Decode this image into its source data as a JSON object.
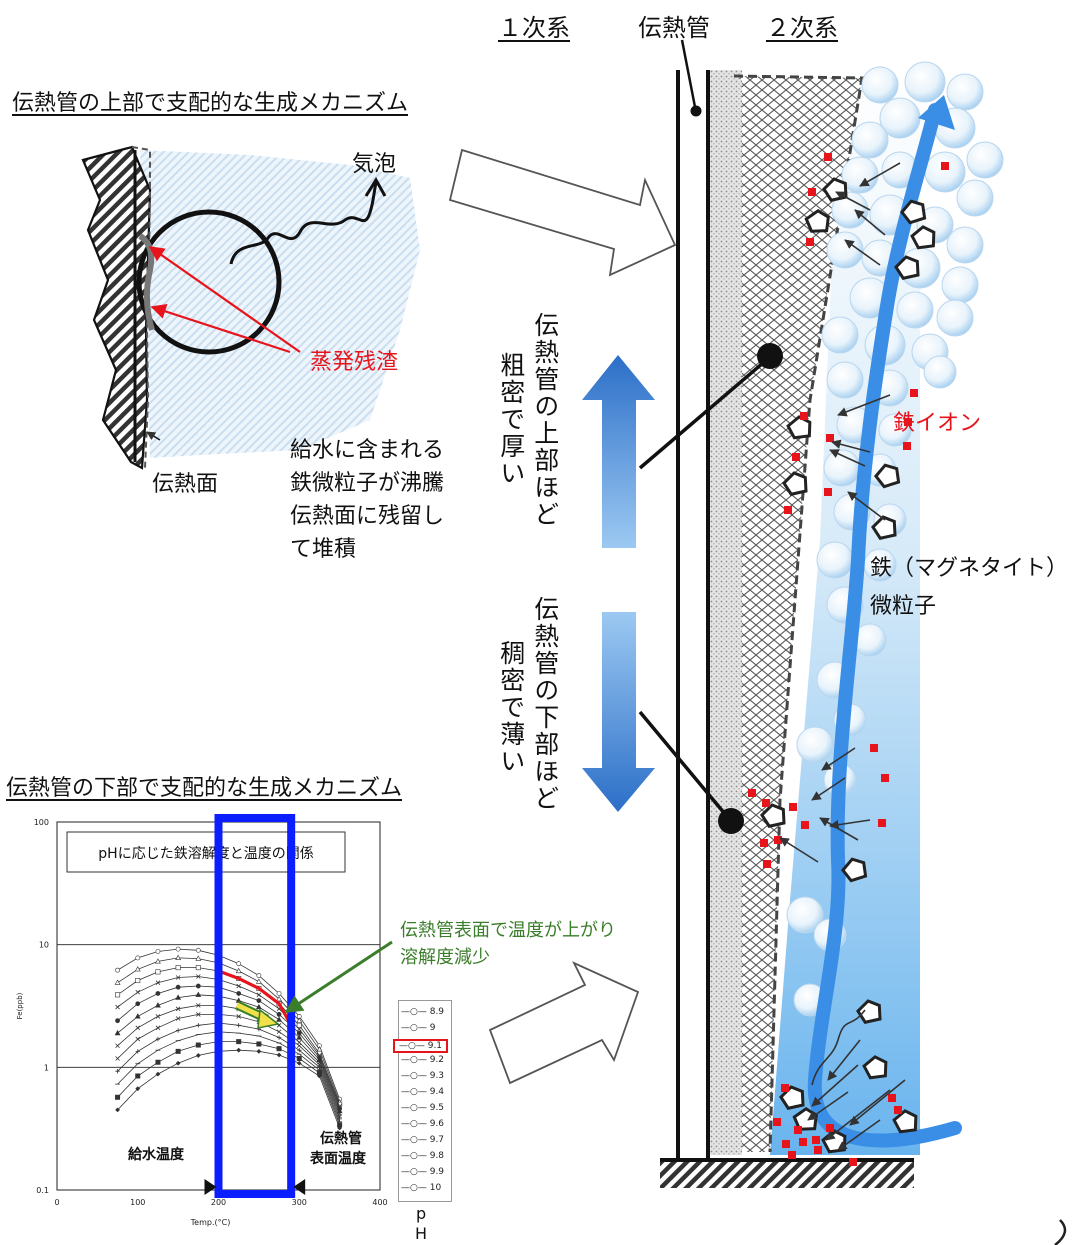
{
  "header": {
    "primary_label": "１次系",
    "tube_label": "伝熱管",
    "secondary_label": "２次系"
  },
  "upper_mechanism": {
    "title": "伝熱管の上部で支配的な生成メカニズム",
    "bubble_label": "気泡",
    "residue_label": "蒸発残渣",
    "surface_label": "伝熱面",
    "description_lines": [
      "給水に含まれる",
      "鉄微粒子が沸騰",
      "伝熱面に残留し",
      "て堆積"
    ]
  },
  "upper_arrow_text": {
    "col1": "伝熱管の上部ほど",
    "col2": "粗密で厚い"
  },
  "lower_arrow_text": {
    "col1": "伝熱管の下部ほど",
    "col2": "稠密で薄い"
  },
  "right_labels": {
    "iron_ion": "鉄イオン",
    "magnetite_line1": "鉄（マグネタイト）",
    "magnetite_line2": "微粒子"
  },
  "lower_mechanism": {
    "title": "伝熱管の下部で支配的な生成メカニズム",
    "annotation_line1": "伝熱管表面で温度が上がり",
    "annotation_line2": "溶解度減少",
    "feedwater_label": "給水温度",
    "surface_temp_line1": "伝熱管",
    "surface_temp_line2": "表面温度",
    "ph_label_p": "p",
    "ph_label_h": "H"
  },
  "colors": {
    "red_accent": "#e8141c",
    "green_annotation": "#3a7d2a",
    "blue_frame": "#0a1eff",
    "arrow_blue": "#3a8ee6"
  },
  "chart_data": {
    "type": "line",
    "title": "pHに応じた鉄溶解度と温度の関係",
    "xlabel": "Temp.(°C)",
    "ylabel": "Fe(ppb)",
    "xlim": [
      0,
      400
    ],
    "ylim": [
      0.1,
      100
    ],
    "yscale": "log",
    "x_ticks": [
      "0",
      "100",
      "200",
      "300",
      "400"
    ],
    "y_ticks": [
      "0.1",
      "1",
      "10",
      "100"
    ],
    "x": [
      75,
      100,
      125,
      150,
      175,
      200,
      225,
      250,
      275,
      300,
      325,
      350
    ],
    "series": [
      {
        "name": "8.9",
        "values": [
          6.2,
          7.8,
          8.8,
          9.2,
          9.0,
          8.2,
          7.0,
          5.6,
          4.0,
          2.6,
          1.5,
          0.55
        ]
      },
      {
        "name": "9",
        "values": [
          4.9,
          6.3,
          7.3,
          7.8,
          7.7,
          7.1,
          6.1,
          5.0,
          3.6,
          2.4,
          1.4,
          0.52
        ]
      },
      {
        "name": "9.1",
        "values": [
          3.9,
          5.1,
          6.0,
          6.5,
          6.5,
          6.1,
          5.3,
          4.4,
          3.3,
          2.2,
          1.3,
          0.5
        ]
      },
      {
        "name": "9.2",
        "values": [
          3.1,
          4.1,
          4.9,
          5.4,
          5.5,
          5.2,
          4.6,
          3.9,
          3.0,
          2.05,
          1.25,
          0.48
        ]
      },
      {
        "name": "9.3",
        "values": [
          2.4,
          3.3,
          4.0,
          4.5,
          4.6,
          4.5,
          4.0,
          3.5,
          2.7,
          1.9,
          1.2,
          0.46
        ]
      },
      {
        "name": "9.4",
        "values": [
          1.9,
          2.6,
          3.2,
          3.7,
          3.9,
          3.8,
          3.5,
          3.1,
          2.45,
          1.75,
          1.15,
          0.44
        ]
      },
      {
        "name": "9.5",
        "values": [
          1.5,
          2.1,
          2.6,
          3.0,
          3.2,
          3.2,
          3.0,
          2.7,
          2.2,
          1.6,
          1.1,
          0.42
        ]
      },
      {
        "name": "9.6",
        "values": [
          1.18,
          1.7,
          2.1,
          2.5,
          2.7,
          2.7,
          2.6,
          2.35,
          1.95,
          1.5,
          1.05,
          0.4
        ]
      },
      {
        "name": "9.7",
        "values": [
          0.93,
          1.35,
          1.7,
          2.0,
          2.2,
          2.3,
          2.2,
          2.05,
          1.75,
          1.38,
          1.0,
          0.38
        ]
      },
      {
        "name": "9.8",
        "values": [
          0.73,
          1.07,
          1.38,
          1.65,
          1.85,
          1.95,
          1.9,
          1.8,
          1.58,
          1.28,
          0.95,
          0.36
        ]
      },
      {
        "name": "9.9",
        "values": [
          0.57,
          0.85,
          1.1,
          1.35,
          1.52,
          1.62,
          1.62,
          1.55,
          1.42,
          1.18,
          0.9,
          0.34
        ]
      },
      {
        "name": "10",
        "values": [
          0.45,
          0.67,
          0.88,
          1.08,
          1.25,
          1.35,
          1.38,
          1.35,
          1.26,
          1.08,
          0.85,
          0.32
        ]
      }
    ],
    "highlight": {
      "series": "9.1",
      "x_range": [
        200,
        290
      ]
    },
    "temperature_band": [
      200,
      290
    ],
    "legend": "right-outside",
    "grid": "horizontal"
  }
}
